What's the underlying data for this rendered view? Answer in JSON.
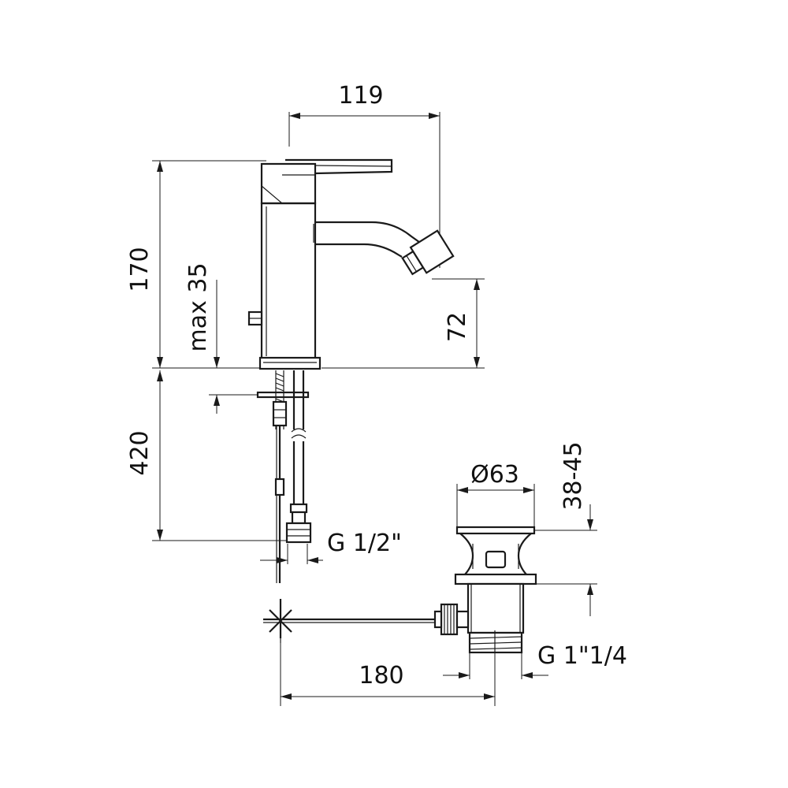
{
  "dimensions": {
    "top_width": "119",
    "total_height": "170",
    "max_thickness": "max 35",
    "spout_height": "72",
    "hose_length": "420",
    "hose_thread": "G 1/2\"",
    "waste_diameter": "Ø63",
    "waste_range": "38-45",
    "waste_thread": "G 1\"1/4",
    "rod_length": "180"
  },
  "colors": {
    "line": "#1a1a1a",
    "background": "#ffffff"
  }
}
